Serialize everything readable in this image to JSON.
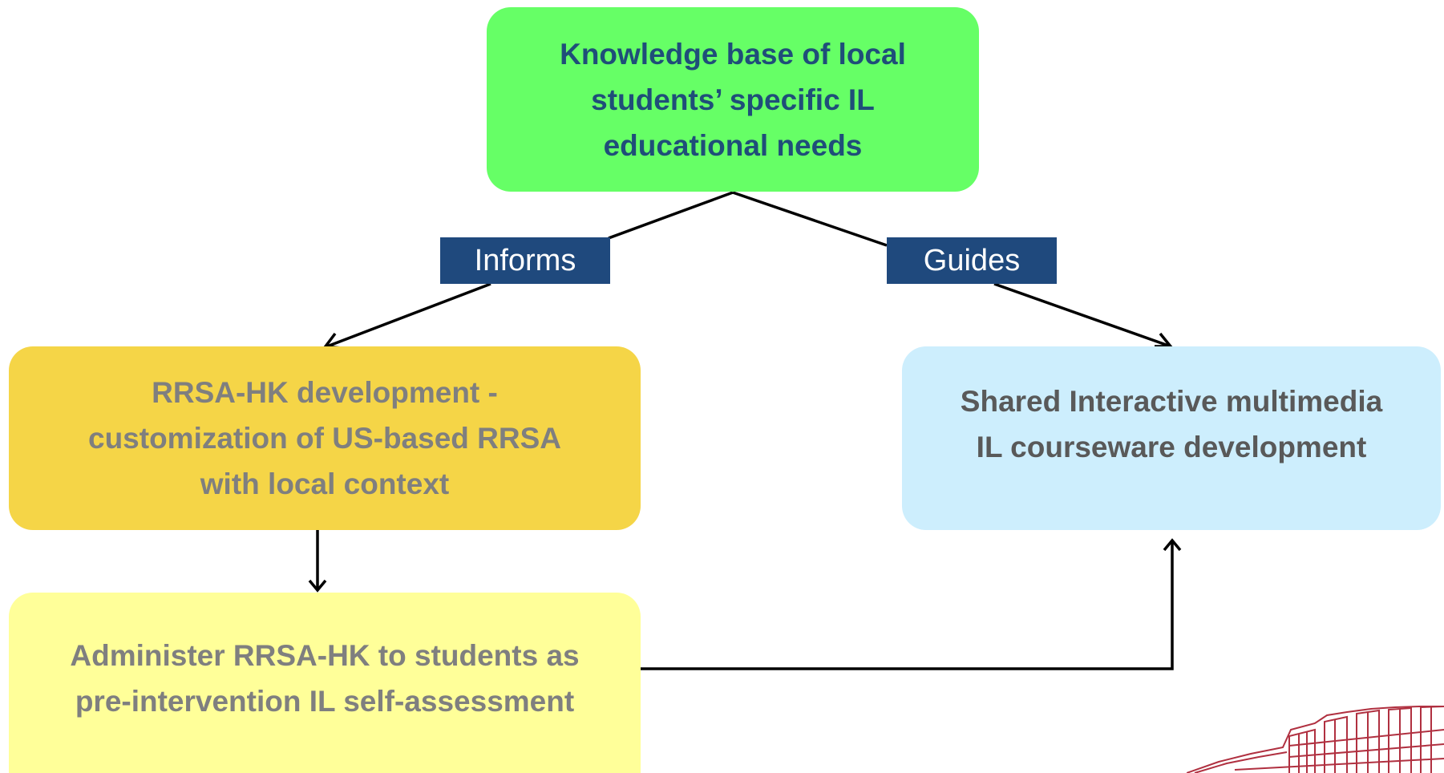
{
  "nodes": {
    "knowledge": [
      "Knowledge base of local",
      "students’ specific IL",
      "educational needs"
    ],
    "rrsa_dev": [
      "RRSA-HK development -",
      "customization of US-based RRSA",
      "with local context"
    ],
    "courseware": [
      "Shared Interactive multimedia",
      "IL courseware development"
    ],
    "administer": [
      "Administer RRSA-HK to students as",
      "pre-intervention IL self-assessment"
    ]
  },
  "edge_labels": {
    "informs": "Informs",
    "guides": "Guides"
  },
  "colors": {
    "knowledge_fill": "#66ff66",
    "knowledge_text": "#1f4e79",
    "rrsa_dev_fill": "#f5d547",
    "administer_fill": "#ffff99",
    "courseware_fill": "#cdeefd",
    "label_fill": "#1f497d",
    "logo_stroke": "#b03040"
  }
}
